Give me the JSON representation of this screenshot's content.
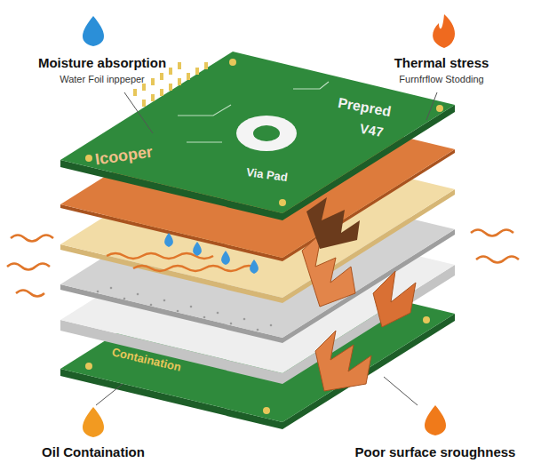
{
  "diagram": {
    "labels": [
      "Moisture absorption",
      "Water Foil inppeper",
      "Thermal stress",
      "Furnfrflow Stodding",
      "Prepred",
      "V47",
      "Icooper",
      "Via Pad",
      "Containation",
      "Oil Containation",
      "Poor surface sroughness"
    ]
  }
}
